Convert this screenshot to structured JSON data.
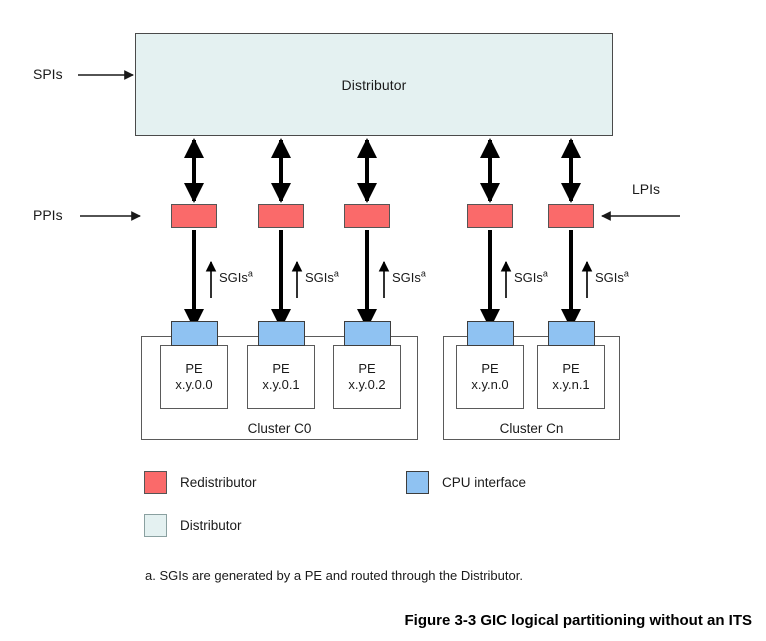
{
  "figure": {
    "caption": "Figure 3-3 GIC logical partitioning without an ITS",
    "footnote": "a. SGIs are generated by a PE and routed through the Distributor."
  },
  "colors": {
    "redistributor": "#fa6a6a",
    "cpu_interface": "#8fc2f2",
    "distributor": "#e4f1f1",
    "stroke": "#000000"
  },
  "distributor": {
    "label": "Distributor"
  },
  "inputs": {
    "spis": "SPIs",
    "ppis": "PPIs",
    "lpis": "LPIs"
  },
  "sgi_labels": [
    {
      "text": "SGIs",
      "sup": "a"
    },
    {
      "text": "SGIs",
      "sup": "a"
    },
    {
      "text": "SGIs",
      "sup": "a"
    },
    {
      "text": "SGIs",
      "sup": "a"
    },
    {
      "text": "SGIs",
      "sup": "a"
    }
  ],
  "clusters": [
    {
      "label": "Cluster C0",
      "pes": [
        {
          "name": "PE",
          "id": "x.y.0.0"
        },
        {
          "name": "PE",
          "id": "x.y.0.1"
        },
        {
          "name": "PE",
          "id": "x.y.0.2"
        }
      ]
    },
    {
      "label": "Cluster Cn",
      "pes": [
        {
          "name": "PE",
          "id": "x.y.n.0"
        },
        {
          "name": "PE",
          "id": "x.y.n.1"
        }
      ]
    }
  ],
  "legend": [
    {
      "label": "Redistributor",
      "swatch": "redistributor"
    },
    {
      "label": "CPU interface",
      "swatch": "cpu_interface"
    },
    {
      "label": "Distributor",
      "swatch": "distributor"
    }
  ]
}
